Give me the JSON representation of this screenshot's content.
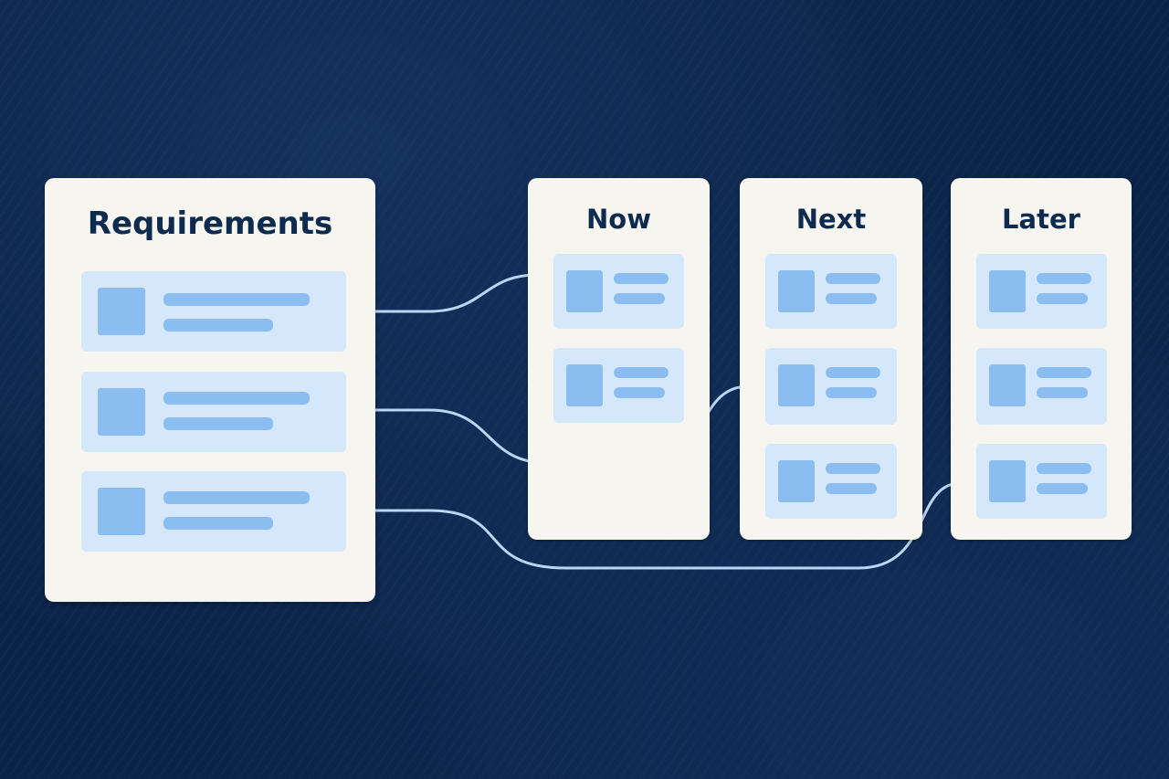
{
  "requirements": {
    "title": "Requirements"
  },
  "columns": [
    {
      "title": "Now"
    },
    {
      "title": "Next"
    },
    {
      "title": "Later"
    }
  ],
  "colors": {
    "background": "#0b2347",
    "panel": "#f6f5f0",
    "card": "#d4e7fb",
    "accent": "#8cbdf0",
    "title": "#0d2a4f"
  }
}
